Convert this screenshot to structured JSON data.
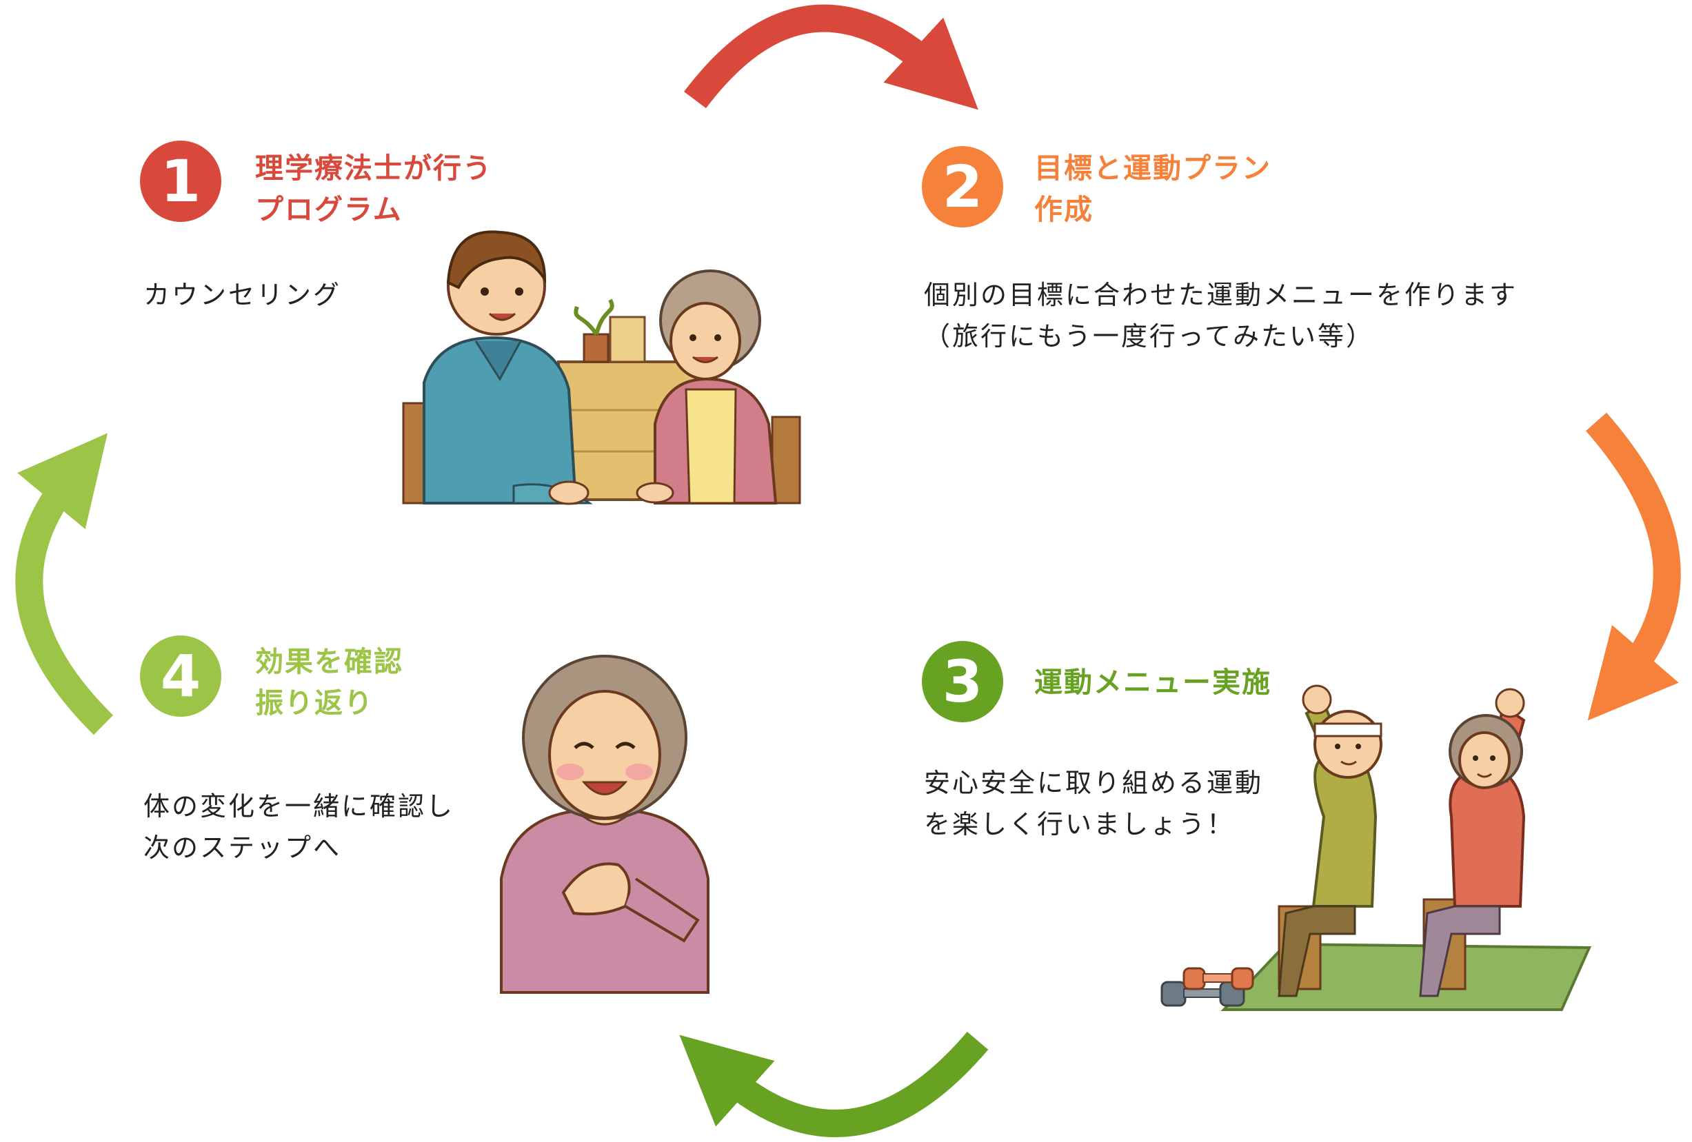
{
  "colors": {
    "step1": "#d9493b",
    "step2": "#f6813a",
    "step3": "#68a223",
    "step4": "#9cc548"
  },
  "steps": [
    {
      "number": "1",
      "title": "理学療法士が行う\nプログラム",
      "description": "カウンセリング"
    },
    {
      "number": "2",
      "title": "目標と運動プラン\n作成",
      "description": "個別の目標に合わせた運動メニューを作ります\n（旅行にもう一度行ってみたい等）"
    },
    {
      "number": "3",
      "title": "運動メニュー実施",
      "description": "安心安全に取り組める運動\nを楽しく行いましょう！"
    },
    {
      "number": "4",
      "title": "効果を確認\n振り返り",
      "description": "体の変化を一緒に確認し\n次のステップへ"
    }
  ],
  "illustrations": [
    {
      "name": "counseling-scene",
      "depicts": "therapist talking with elderly woman"
    },
    {
      "name": "exercise-scene",
      "depicts": "elderly people exercising on chairs with dumbbells"
    },
    {
      "name": "reflection-scene",
      "depicts": "smiling elderly woman with hand on chest"
    }
  ]
}
